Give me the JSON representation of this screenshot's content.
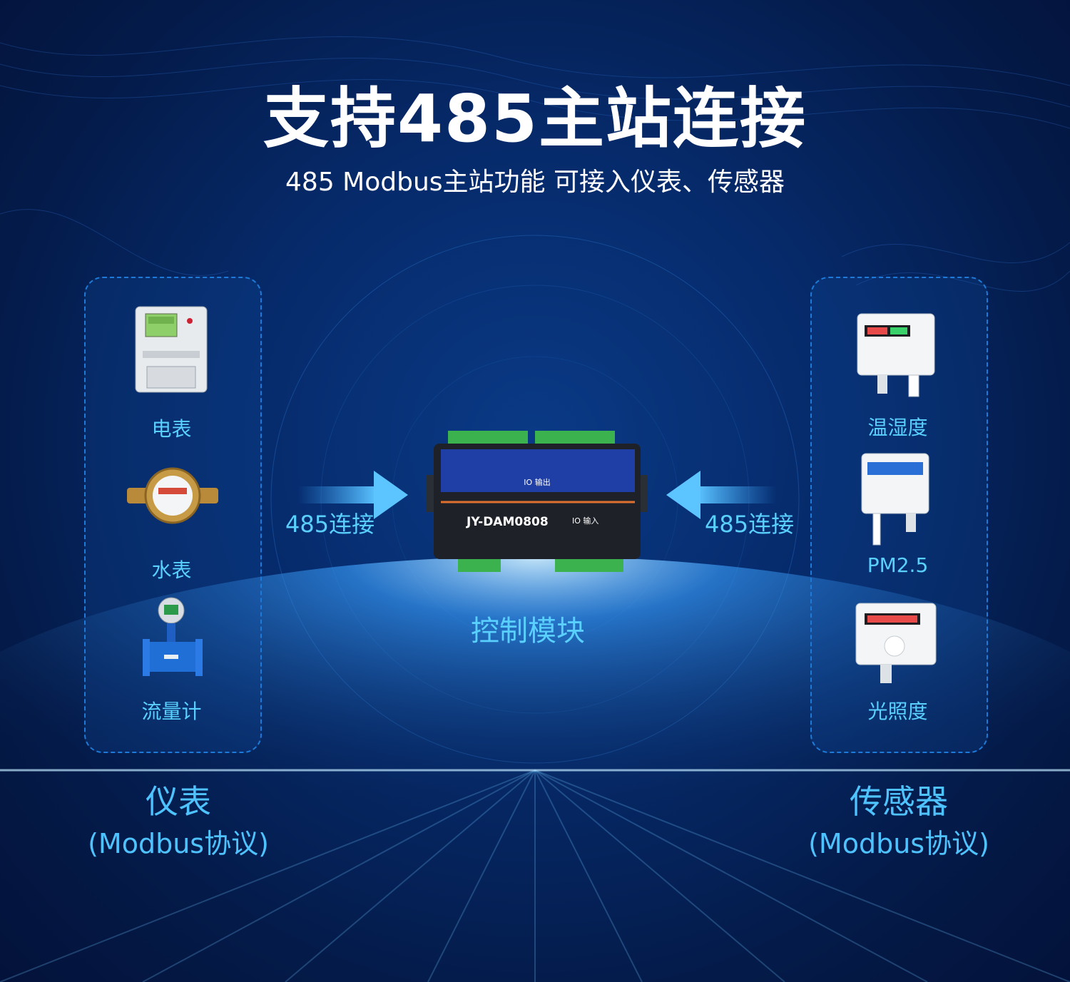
{
  "header": {
    "title": "支持485主站连接",
    "subtitle": "485 Modbus主站功能  可接入仪表、传感器"
  },
  "left_panel": {
    "devices": [
      {
        "label": "电表",
        "icon": "electric-meter-icon"
      },
      {
        "label": "水表",
        "icon": "water-meter-icon"
      },
      {
        "label": "流量计",
        "icon": "flow-meter-icon"
      }
    ],
    "category": "仪表",
    "protocol": "(Modbus协议)"
  },
  "right_panel": {
    "devices": [
      {
        "label": "温湿度",
        "icon": "temp-humidity-sensor-icon"
      },
      {
        "label": "PM2.5",
        "icon": "pm25-sensor-icon"
      },
      {
        "label": "光照度",
        "icon": "light-sensor-icon"
      }
    ],
    "category": "传感器",
    "protocol": "(Modbus协议)"
  },
  "connections": {
    "left_label": "485连接",
    "right_label": "485连接"
  },
  "module": {
    "model": "JY-DAM0808",
    "output_label": "IO 输出",
    "input_label": "IO 输入",
    "caption": "控制模块"
  },
  "colors": {
    "accent": "#4fc3ff",
    "background": "#062a6a",
    "panel_border": "#1e7ad6"
  }
}
